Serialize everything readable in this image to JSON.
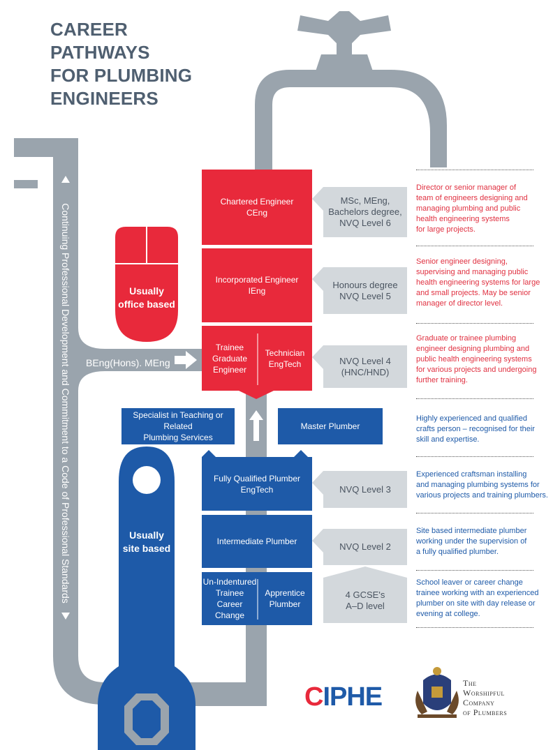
{
  "title_lines": [
    "CAREER PATHWAYS",
    "FOR PLUMBING",
    "ENGINEERS"
  ],
  "colors": {
    "red": "#e8293b",
    "blue": "#1e5aa8",
    "grey": "#9aa4ad",
    "light_grey": "#d3d8dc"
  },
  "side_label": "Continuing Professional Development and Commitment to a Code of Professional Standards",
  "route_label": "BEng(Hons). MEng",
  "office": {
    "label_1": "Usually",
    "label_2": "office based"
  },
  "site": {
    "label_1": "Usually",
    "label_2": "site based"
  },
  "red_roles": [
    {
      "line1": "Chartered Engineer",
      "line2": "CEng"
    },
    {
      "line1": "Incorporated Engineer",
      "line2": "IEng"
    }
  ],
  "trainee": {
    "line1": "Trainee",
    "line2": "Graduate",
    "line3": "Engineer"
  },
  "technician": {
    "line1": "Technician",
    "line2": "EngTech"
  },
  "specialist": {
    "line1": "Specialist in Teaching or Related",
    "line2": "Plumbing Services"
  },
  "master": {
    "label": "Master Plumber"
  },
  "fully": {
    "line1": "Fully Qualified Plumber",
    "line2": "EngTech"
  },
  "intermediate": {
    "label": "Intermediate Plumber"
  },
  "unindentured": {
    "line1": "Un-Indentured",
    "line2": "Trainee Career",
    "line3": "Change"
  },
  "apprentice": {
    "line1": "Apprentice",
    "line2": "Plumber"
  },
  "qualifications": [
    [
      "MSc, MEng,",
      "Bachelors degree,",
      "NVQ Level 6"
    ],
    [
      "Honours degree",
      "NVQ Level 5"
    ],
    [
      "NVQ Level 4",
      "(HNC/HND)"
    ],
    [
      "NVQ Level 3"
    ],
    [
      "NVQ Level 2"
    ],
    [
      "4 GCSE's",
      "A–D level"
    ]
  ],
  "descriptions": [
    [
      "Director or senior manager of",
      "team of engineers designing and",
      "managing plumbing and public",
      "health engineering systems",
      "for large projects."
    ],
    [
      "Senior engineer designing,",
      "supervising and managing public",
      "health engineering systems for large",
      "and small projects. May be senior",
      "manager of director level."
    ],
    [
      "Graduate or trainee plumbing",
      "engineer designing plumbing and",
      "public health engineering systems",
      "for various projects and undergoing",
      "further training."
    ],
    [
      "Highly experienced and qualified",
      "crafts person – recognised for their",
      "skill and expertise."
    ],
    [
      "Experienced craftsman installing",
      "and managing plumbing systems for",
      "various projects and training plumbers."
    ],
    [
      "Site based intermediate plumber",
      "working under the supervision of",
      "a fully qualified plumber."
    ],
    [
      "School leaver or career change",
      "trainee working with an experienced",
      "plumber on site with day release or",
      "evening at college."
    ]
  ],
  "logos": {
    "ciphe_c": "C",
    "ciphe_rest": "IPHE",
    "worshipful": [
      "The",
      "Worshipful",
      "Company",
      "of Plumbers"
    ]
  }
}
